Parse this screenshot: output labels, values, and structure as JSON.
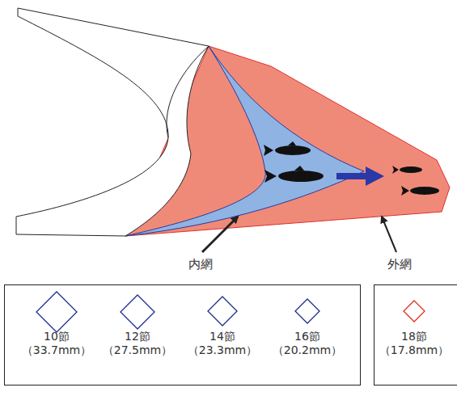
{
  "diagram": {
    "nodes": [
      {
        "text": [
          "10節",
          "（33.7mm）"
        ]
      },
      {
        "text": [
          "12節",
          "（27.5mm）"
        ]
      },
      {
        "text": [
          "14節",
          "（23.3mm）"
        ]
      },
      {
        "text": [
          "16節",
          "（20.2mm）"
        ]
      },
      {
        "text": [
          "18節",
          "（17.8mm）"
        ]
      }
    ],
    "labels": [
      "内網",
      "外網"
    ]
  }
}
